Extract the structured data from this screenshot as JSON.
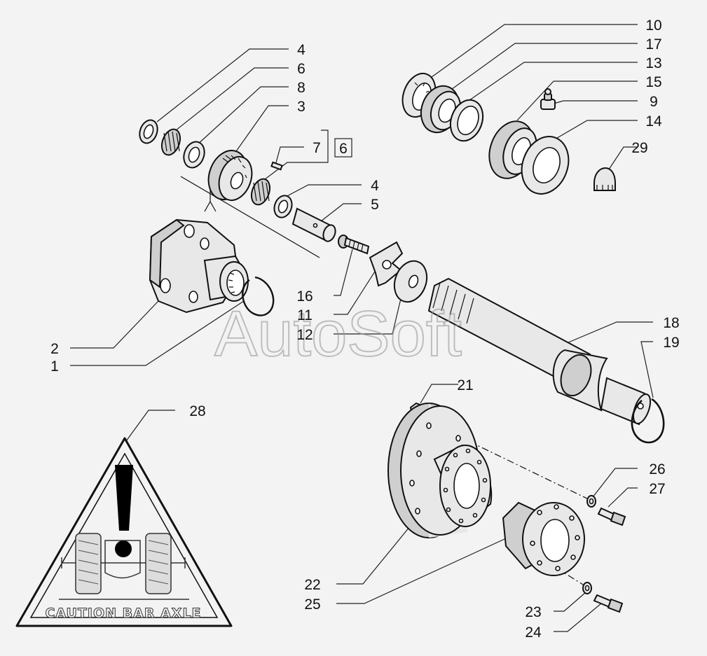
{
  "watermark": "AutoSoft",
  "caution_sign": {
    "text": "CAUTION BAR AXLE"
  },
  "callouts": [
    {
      "id": "c4a",
      "label": "4"
    },
    {
      "id": "c6a",
      "label": "6"
    },
    {
      "id": "c8",
      "label": "8"
    },
    {
      "id": "c3",
      "label": "3"
    },
    {
      "id": "c7",
      "label": "7"
    },
    {
      "id": "c6b",
      "label": "6"
    },
    {
      "id": "c4b",
      "label": "4"
    },
    {
      "id": "c5",
      "label": "5"
    },
    {
      "id": "c16",
      "label": "16"
    },
    {
      "id": "c11",
      "label": "11"
    },
    {
      "id": "c12",
      "label": "12"
    },
    {
      "id": "c2",
      "label": "2"
    },
    {
      "id": "c1",
      "label": "1"
    },
    {
      "id": "c10",
      "label": "10"
    },
    {
      "id": "c17",
      "label": "17"
    },
    {
      "id": "c13",
      "label": "13"
    },
    {
      "id": "c15",
      "label": "15"
    },
    {
      "id": "c9",
      "label": "9"
    },
    {
      "id": "c14",
      "label": "14"
    },
    {
      "id": "c29",
      "label": "29"
    },
    {
      "id": "c18",
      "label": "18"
    },
    {
      "id": "c19",
      "label": "19"
    },
    {
      "id": "c21",
      "label": "21"
    },
    {
      "id": "c26",
      "label": "26"
    },
    {
      "id": "c27",
      "label": "27"
    },
    {
      "id": "c22",
      "label": "22"
    },
    {
      "id": "c25",
      "label": "25"
    },
    {
      "id": "c23",
      "label": "23"
    },
    {
      "id": "c24",
      "label": "24"
    },
    {
      "id": "c28",
      "label": "28"
    }
  ]
}
